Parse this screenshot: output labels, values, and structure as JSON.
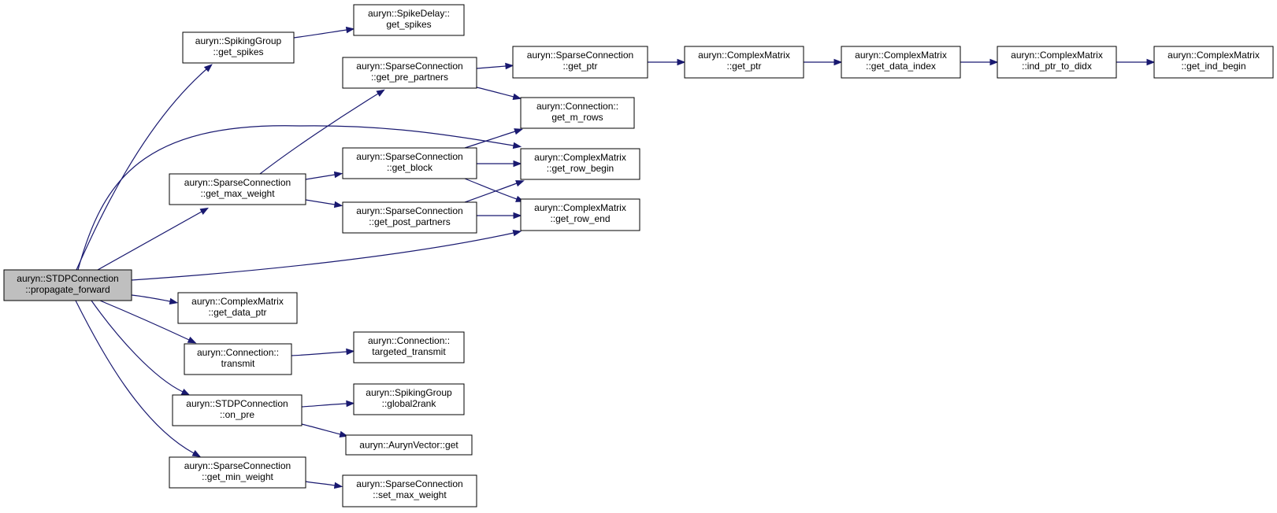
{
  "diagram": {
    "edge_color": "#191970",
    "root_fill": "#bfbfbf",
    "nodes": [
      {
        "id": "root",
        "line1": "auryn::STDPConnection",
        "line2": "::propagate_forward",
        "root": true
      },
      {
        "id": "sg_get_spikes",
        "line1": "auryn::SpikingGroup",
        "line2": "::get_spikes"
      },
      {
        "id": "sd_get_spikes",
        "line1": "auryn::SpikeDelay::",
        "line2": "get_spikes"
      },
      {
        "id": "sc_get_max_weight",
        "line1": "auryn::SparseConnection",
        "line2": "::get_max_weight"
      },
      {
        "id": "sc_get_pre_partners",
        "line1": "auryn::SparseConnection",
        "line2": "::get_pre_partners"
      },
      {
        "id": "sc_get_block",
        "line1": "auryn::SparseConnection",
        "line2": "::get_block"
      },
      {
        "id": "sc_get_post_partners",
        "line1": "auryn::SparseConnection",
        "line2": "::get_post_partners"
      },
      {
        "id": "sc_get_ptr",
        "line1": "auryn::SparseConnection",
        "line2": "::get_ptr"
      },
      {
        "id": "cm_get_ptr",
        "line1": "auryn::ComplexMatrix",
        "line2": "::get_ptr"
      },
      {
        "id": "cm_get_data_index",
        "line1": "auryn::ComplexMatrix",
        "line2": "::get_data_index"
      },
      {
        "id": "cm_ind_ptr_to_didx",
        "line1": "auryn::ComplexMatrix",
        "line2": "::ind_ptr_to_didx"
      },
      {
        "id": "cm_get_ind_begin",
        "line1": "auryn::ComplexMatrix",
        "line2": "::get_ind_begin"
      },
      {
        "id": "conn_get_m_rows",
        "line1": "auryn::Connection::",
        "line2": "get_m_rows"
      },
      {
        "id": "cm_get_row_begin",
        "line1": "auryn::ComplexMatrix",
        "line2": "::get_row_begin"
      },
      {
        "id": "cm_get_row_end",
        "line1": "auryn::ComplexMatrix",
        "line2": "::get_row_end"
      },
      {
        "id": "cm_get_data_ptr",
        "line1": "auryn::ComplexMatrix",
        "line2": "::get_data_ptr"
      },
      {
        "id": "conn_transmit",
        "line1": "auryn::Connection::",
        "line2": "transmit"
      },
      {
        "id": "conn_targeted_transmit",
        "line1": "auryn::Connection::",
        "line2": "targeted_transmit"
      },
      {
        "id": "stdp_on_pre",
        "line1": "auryn::STDPConnection",
        "line2": "::on_pre"
      },
      {
        "id": "sg_global2rank",
        "line1": "auryn::SpikingGroup",
        "line2": "::global2rank"
      },
      {
        "id": "av_get",
        "line1": "auryn::AurynVector::get",
        "line2": ""
      },
      {
        "id": "sc_get_min_weight",
        "line1": "auryn::SparseConnection",
        "line2": "::get_min_weight"
      },
      {
        "id": "sc_set_max_weight",
        "line1": "auryn::SparseConnection",
        "line2": "::set_max_weight"
      }
    ],
    "edges": [
      [
        "root",
        "sg_get_spikes"
      ],
      [
        "root",
        "cm_get_row_begin"
      ],
      [
        "root",
        "sc_get_max_weight"
      ],
      [
        "root",
        "cm_get_row_end"
      ],
      [
        "root",
        "cm_get_data_ptr"
      ],
      [
        "root",
        "conn_transmit"
      ],
      [
        "root",
        "stdp_on_pre"
      ],
      [
        "root",
        "sc_get_min_weight"
      ],
      [
        "sg_get_spikes",
        "sd_get_spikes"
      ],
      [
        "sc_get_max_weight",
        "sc_get_pre_partners"
      ],
      [
        "sc_get_max_weight",
        "sc_get_block"
      ],
      [
        "sc_get_max_weight",
        "sc_get_post_partners"
      ],
      [
        "sc_get_pre_partners",
        "sc_get_ptr"
      ],
      [
        "sc_get_pre_partners",
        "conn_get_m_rows"
      ],
      [
        "sc_get_ptr",
        "cm_get_ptr"
      ],
      [
        "cm_get_ptr",
        "cm_get_data_index"
      ],
      [
        "cm_get_data_index",
        "cm_ind_ptr_to_didx"
      ],
      [
        "cm_ind_ptr_to_didx",
        "cm_get_ind_begin"
      ],
      [
        "sc_get_block",
        "conn_get_m_rows"
      ],
      [
        "sc_get_block",
        "cm_get_row_begin"
      ],
      [
        "sc_get_block",
        "cm_get_row_end"
      ],
      [
        "sc_get_post_partners",
        "cm_get_row_begin"
      ],
      [
        "sc_get_post_partners",
        "cm_get_row_end"
      ],
      [
        "conn_transmit",
        "conn_targeted_transmit"
      ],
      [
        "stdp_on_pre",
        "sg_global2rank"
      ],
      [
        "stdp_on_pre",
        "av_get"
      ],
      [
        "sc_get_min_weight",
        "sc_set_max_weight"
      ]
    ]
  }
}
